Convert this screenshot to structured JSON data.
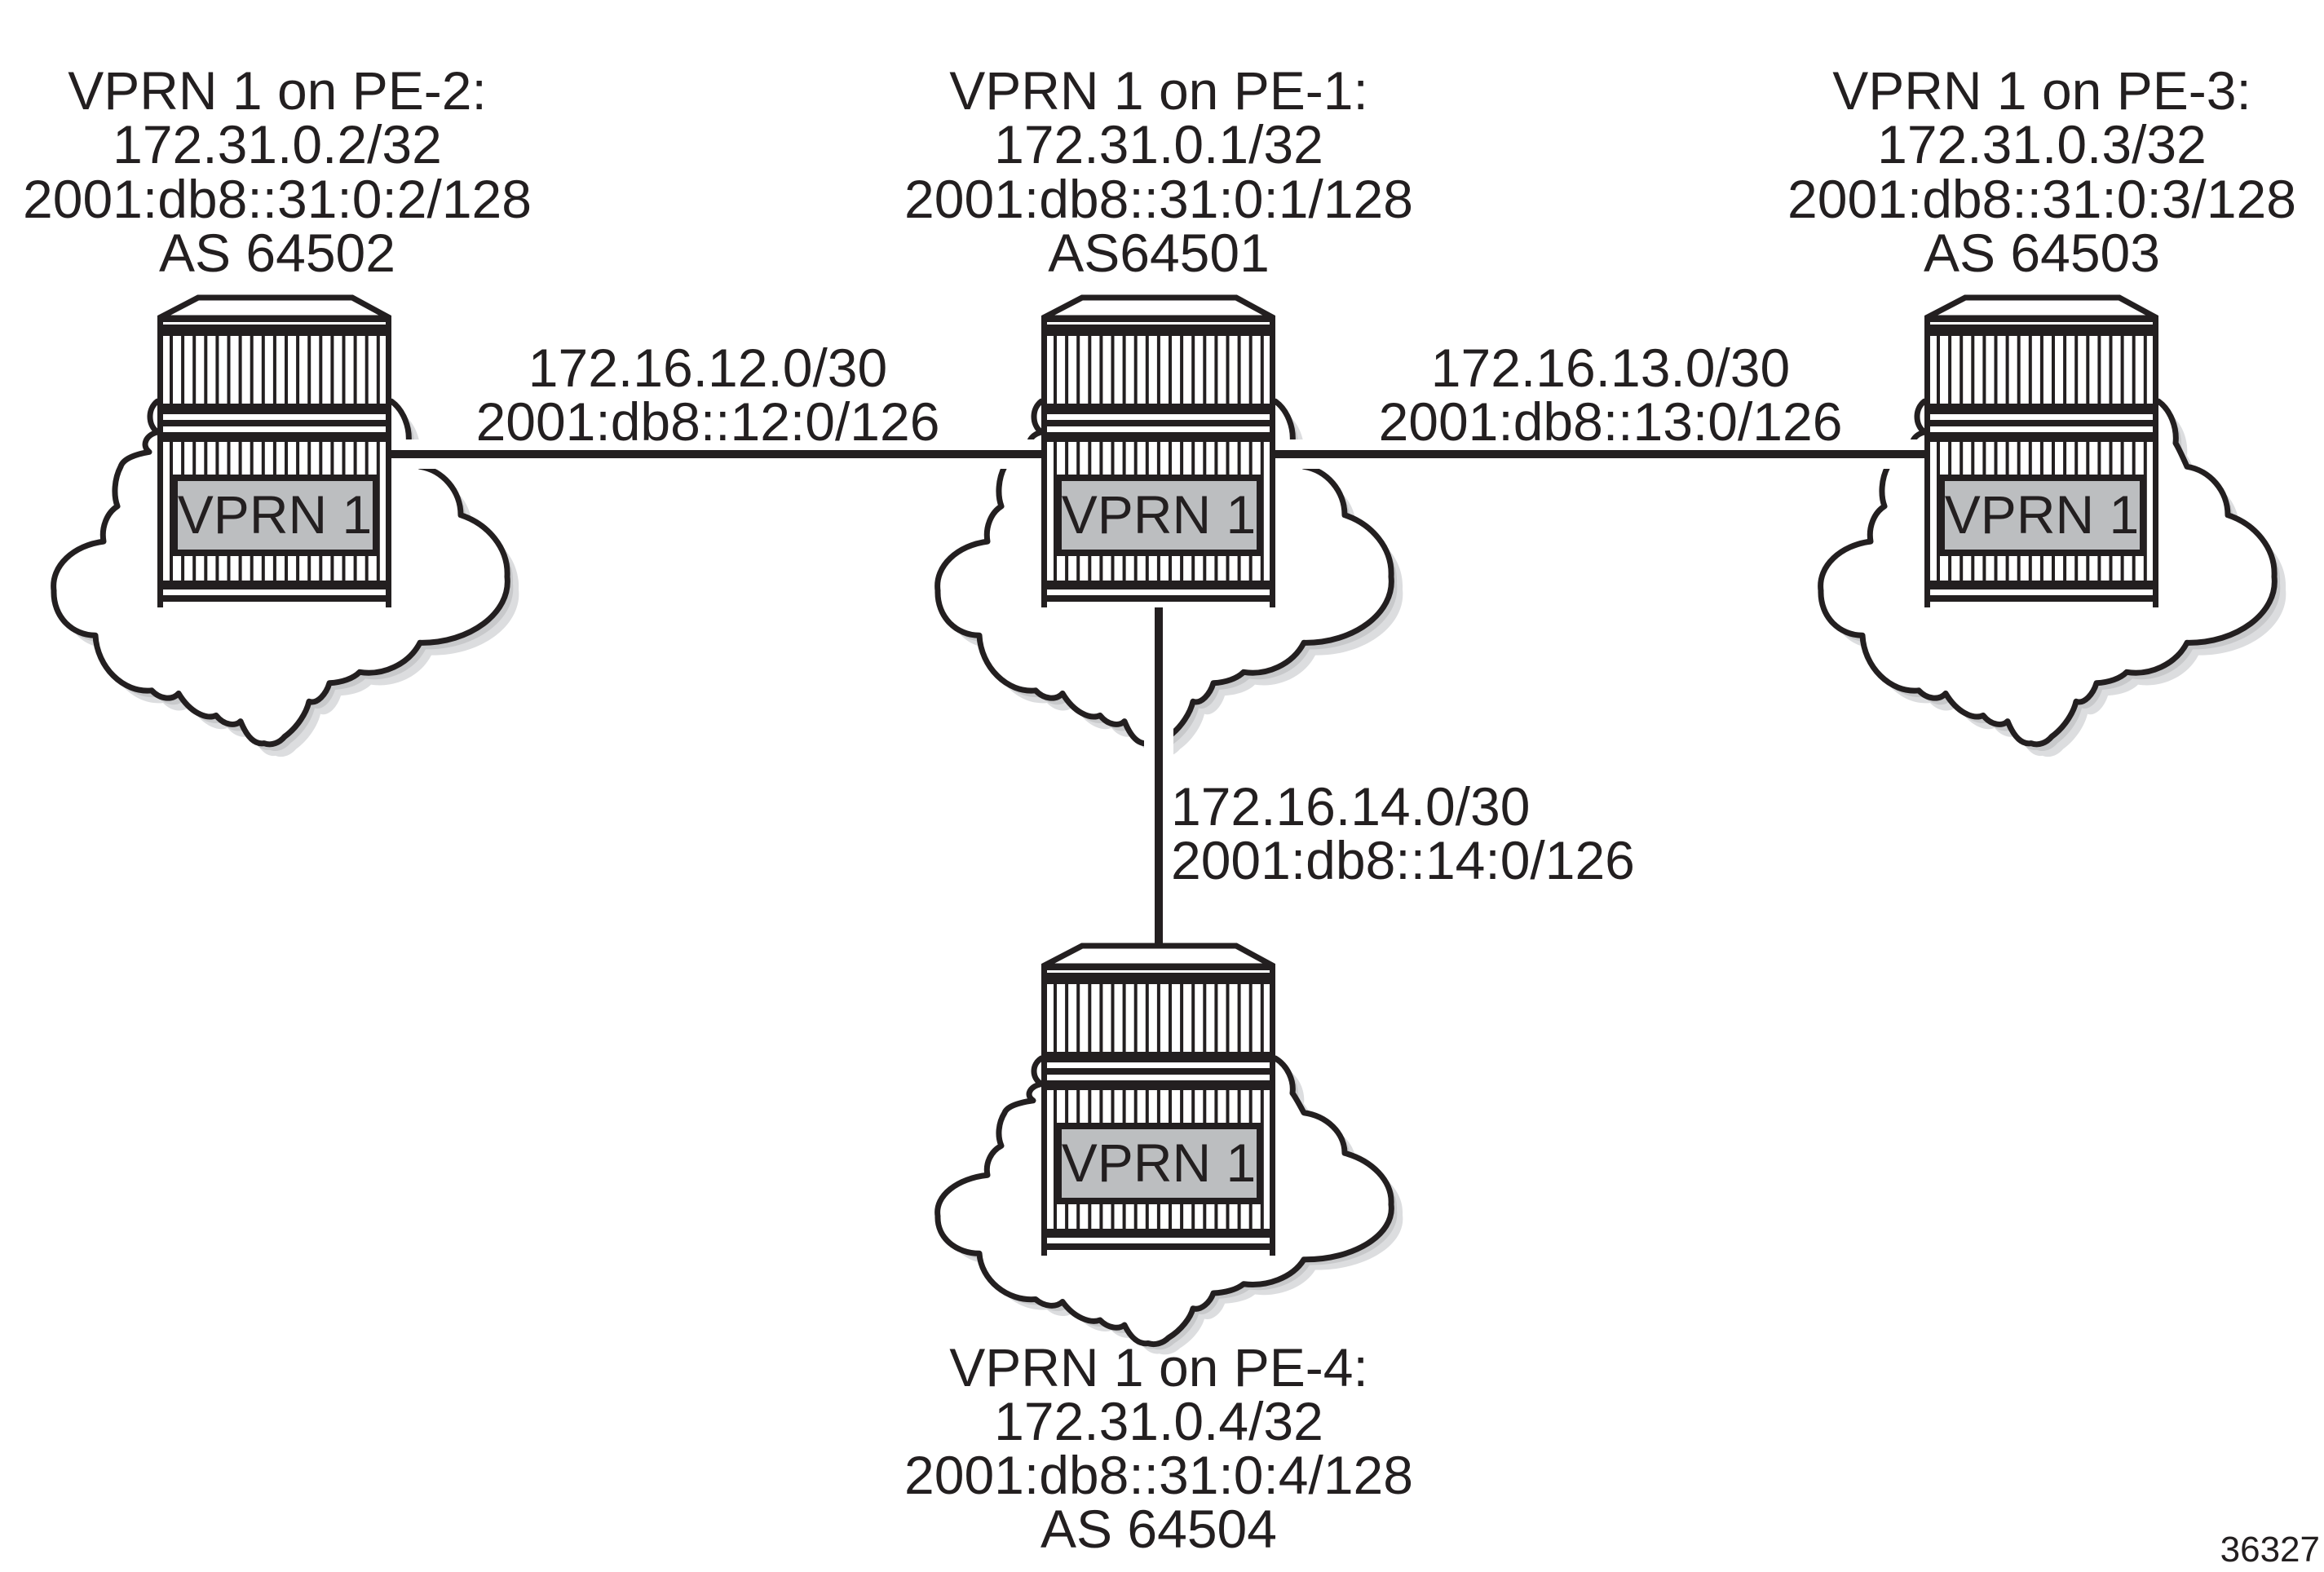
{
  "diagram": {
    "figure_number": "36327"
  },
  "nodes": [
    {
      "id": "pe-2",
      "title": "VPRN 1 on PE-2:",
      "ipv4": "172.31.0.2/32",
      "ipv6": "2001:db8::31:0:2/128",
      "as_number": "AS 64502",
      "service_label": "VPRN 1",
      "icon": "router-in-cloud-icon"
    },
    {
      "id": "pe-1",
      "title": "VPRN 1 on PE-1:",
      "ipv4": "172.31.0.1/32",
      "ipv6": "2001:db8::31:0:1/128",
      "as_number": "AS64501",
      "service_label": "VPRN 1",
      "icon": "router-in-cloud-icon"
    },
    {
      "id": "pe-3",
      "title": "VPRN 1 on PE-3:",
      "ipv4": "172.31.0.3/32",
      "ipv6": "2001:db8::31:0:3/128",
      "as_number": "AS 64503",
      "service_label": "VPRN 1",
      "icon": "router-in-cloud-icon"
    },
    {
      "id": "pe-4",
      "title": "VPRN 1 on PE-4:",
      "ipv4": "172.31.0.4/32",
      "ipv6": "2001:db8::31:0:4/128",
      "as_number": "AS 64504",
      "service_label": "VPRN 1",
      "icon": "router-in-cloud-icon"
    }
  ],
  "links": [
    {
      "id": "pe2-pe1",
      "from": "pe-2",
      "to": "pe-1",
      "ipv4": "172.16.12.0/30",
      "ipv6": "2001:db8::12:0/126"
    },
    {
      "id": "pe1-pe3",
      "from": "pe-1",
      "to": "pe-3",
      "ipv4": "172.16.13.0/30",
      "ipv6": "2001:db8::13:0/126"
    },
    {
      "id": "pe1-pe4",
      "from": "pe-1",
      "to": "pe-4",
      "ipv4": "172.16.14.0/30",
      "ipv6": "2001:db8::14:0/126"
    }
  ],
  "colors": {
    "background": "#ffffff",
    "ink": "#231f20",
    "service_box": "#bcbec0",
    "shadow_dark": "#c8c9cb",
    "shadow_light": "#dcdddf"
  }
}
